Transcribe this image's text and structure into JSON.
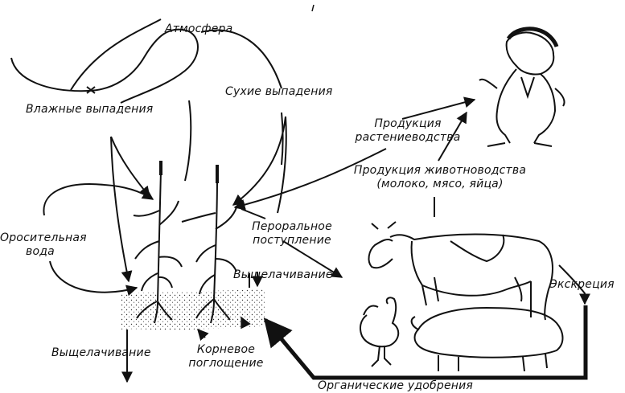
{
  "labels": {
    "atmosphere": "Атмосфера",
    "wet_deposition": "Влажные выпадения",
    "dry_deposition": "Сухие выпадения",
    "crop_products_line1": "Продукция",
    "crop_products_line2": "растениеводства",
    "animal_products_line1": "Продукция животноводства",
    "animal_products_line2": "(молоко, мясо, яйца)",
    "irrigation_line1": "Оросительная",
    "irrigation_line2": "вода",
    "oral_intake_line1": "Пероральное",
    "oral_intake_line2": "поступление",
    "leaching_upper": "Выщелачивание",
    "leaching_lower": "Выщелачивание",
    "root_uptake_line1": "Корневое",
    "root_uptake_line2": "поглощение",
    "excretion": "Экскреция",
    "organic_fertilizers": "Органические удобрения"
  },
  "figures": {
    "human": "human-figure",
    "cow": "cow-figure",
    "pig": "pig-figure",
    "chicken": "chicken-figure",
    "plants": "corn-plants",
    "soil": "soil-layer"
  }
}
